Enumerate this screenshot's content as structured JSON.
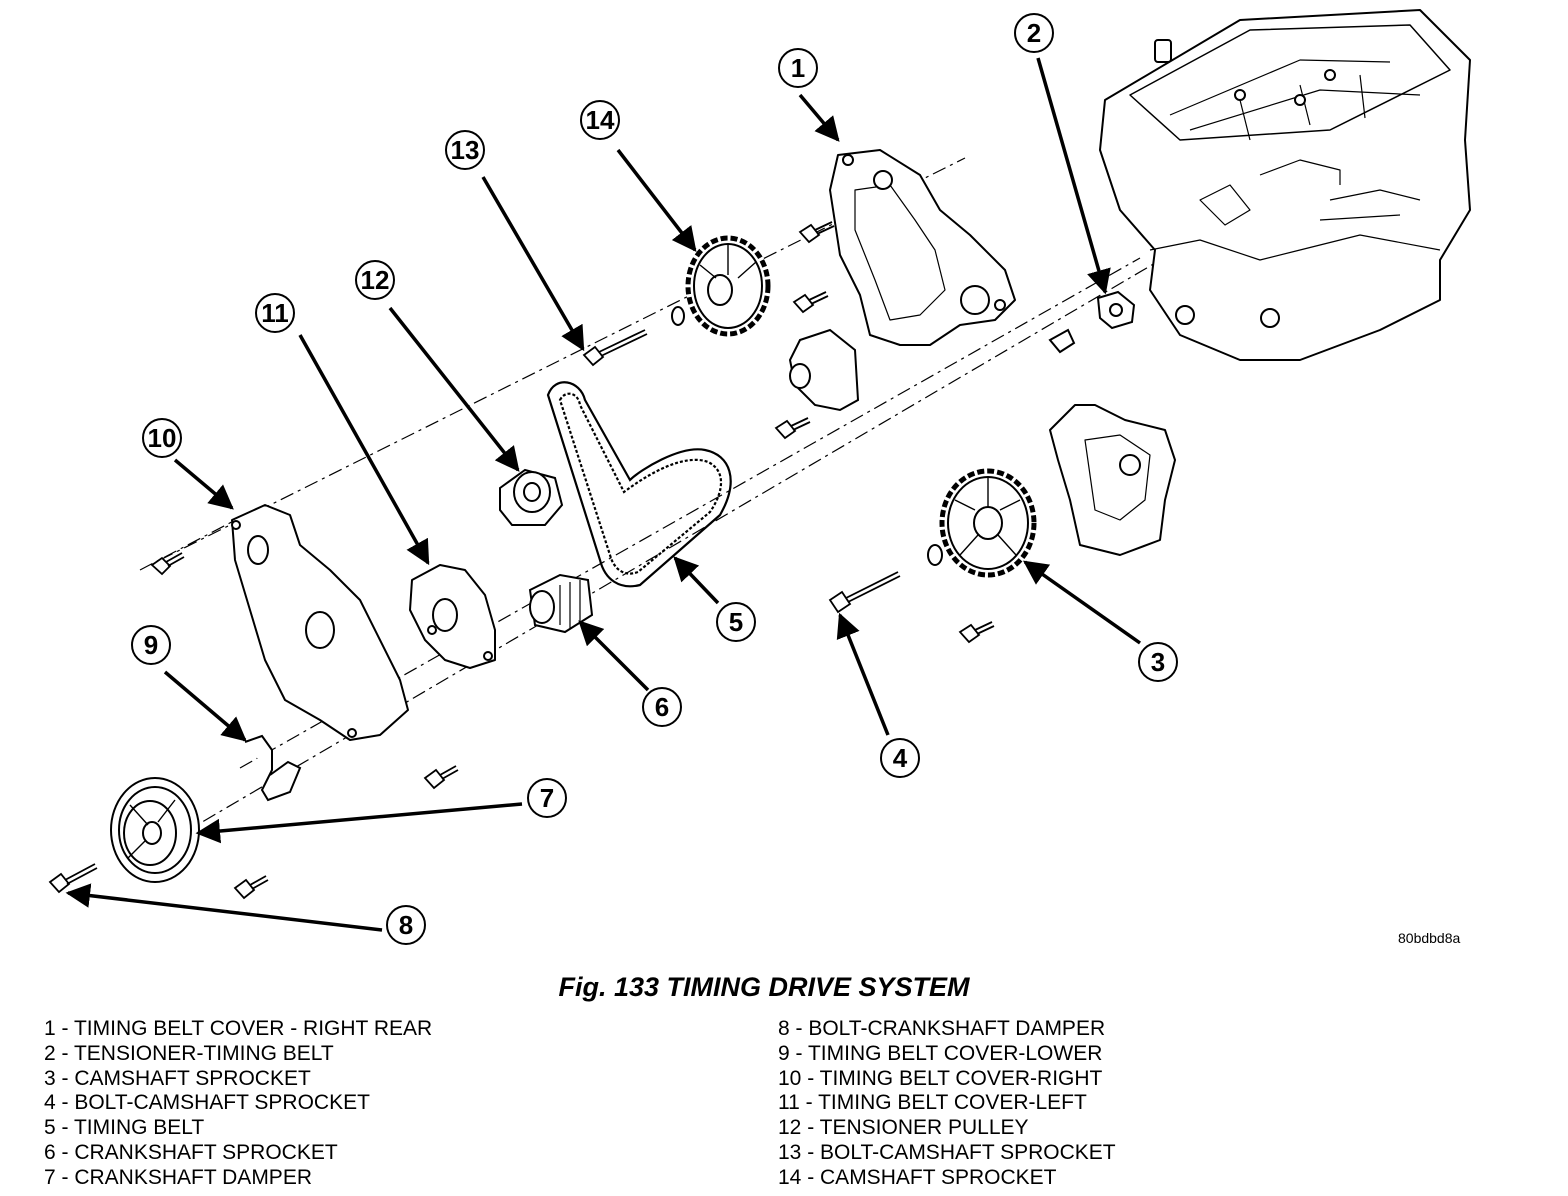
{
  "figure": {
    "image_id": "80bdbd8a",
    "caption": "Fig. 133 TIMING DRIVE SYSTEM"
  },
  "callouts": [
    "1",
    "2",
    "3",
    "4",
    "5",
    "6",
    "7",
    "8",
    "9",
    "10",
    "11",
    "12",
    "13",
    "14"
  ],
  "legend": {
    "left": [
      "1 - TIMING BELT COVER - RIGHT REAR",
      "2 - TENSIONER-TIMING BELT",
      "3 - CAMSHAFT SPROCKET",
      "4 - BOLT-CAMSHAFT SPROCKET",
      "5 - TIMING BELT",
      "6 - CRANKSHAFT SPROCKET",
      "7 - CRANKSHAFT DAMPER"
    ],
    "right": [
      "8 - BOLT-CRANKSHAFT DAMPER",
      "9 - TIMING BELT COVER-LOWER",
      "10 - TIMING BELT COVER-RIGHT",
      "11 - TIMING BELT COVER-LEFT",
      "12 - TENSIONER PULLEY",
      "13 - BOLT-CAMSHAFT SPROCKET",
      "14 - CAMSHAFT SPROCKET"
    ]
  }
}
